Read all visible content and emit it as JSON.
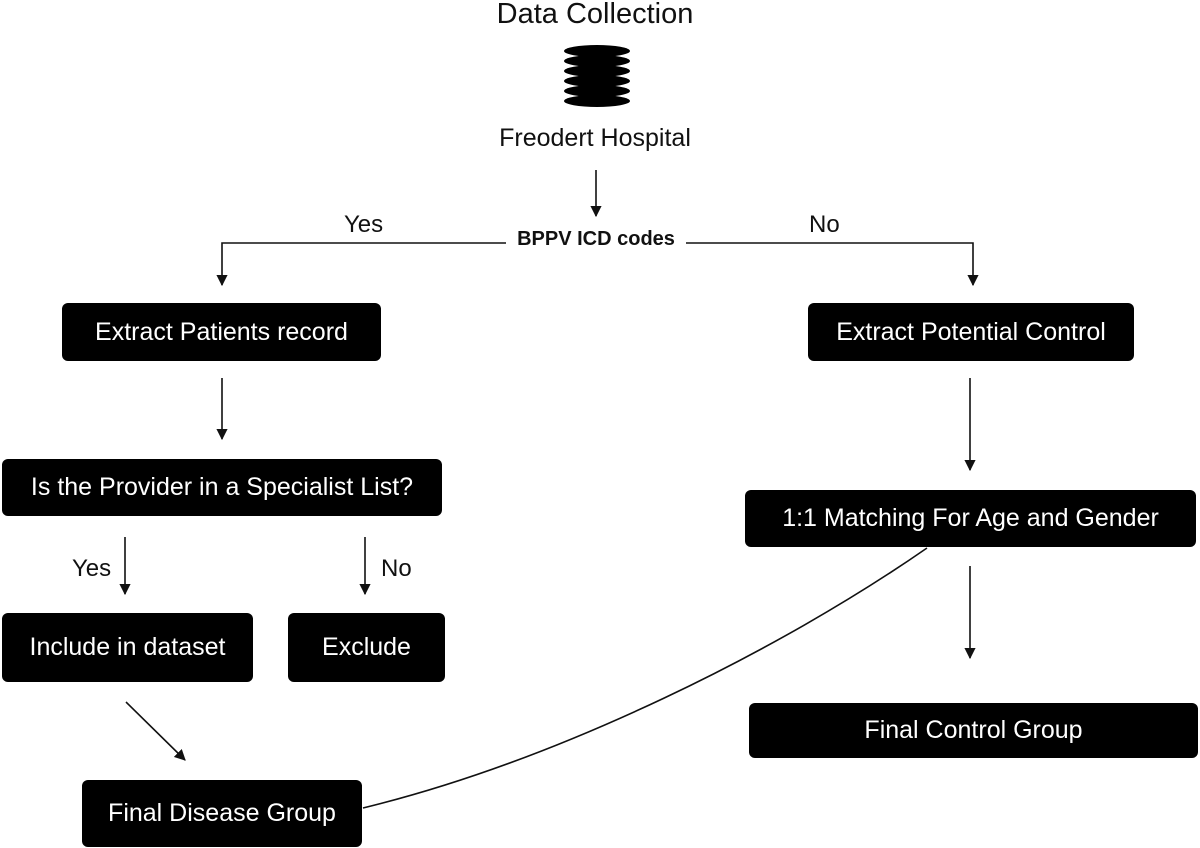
{
  "title": "Data Collection",
  "source": {
    "icon": "database-icon",
    "label": "Freodert Hospital"
  },
  "decision": {
    "label": "BPPV ICD codes",
    "yes_label": "Yes",
    "no_label": "No"
  },
  "left_branch": {
    "extract_label": "Extract Patients record",
    "specialist_question": "Is the Provider in a Specialist List?",
    "yes_label": "Yes",
    "no_label": "No",
    "include_label": "Include in dataset",
    "exclude_label": "Exclude",
    "final_label": "Final Disease Group"
  },
  "right_branch": {
    "extract_label": "Extract Potential Control",
    "matching_label": "1:1 Matching For Age and Gender",
    "final_label": "Final Control Group"
  },
  "colors": {
    "box": "#000000",
    "box_text": "#ffffff",
    "line": "#111111",
    "background": "#ffffff"
  }
}
